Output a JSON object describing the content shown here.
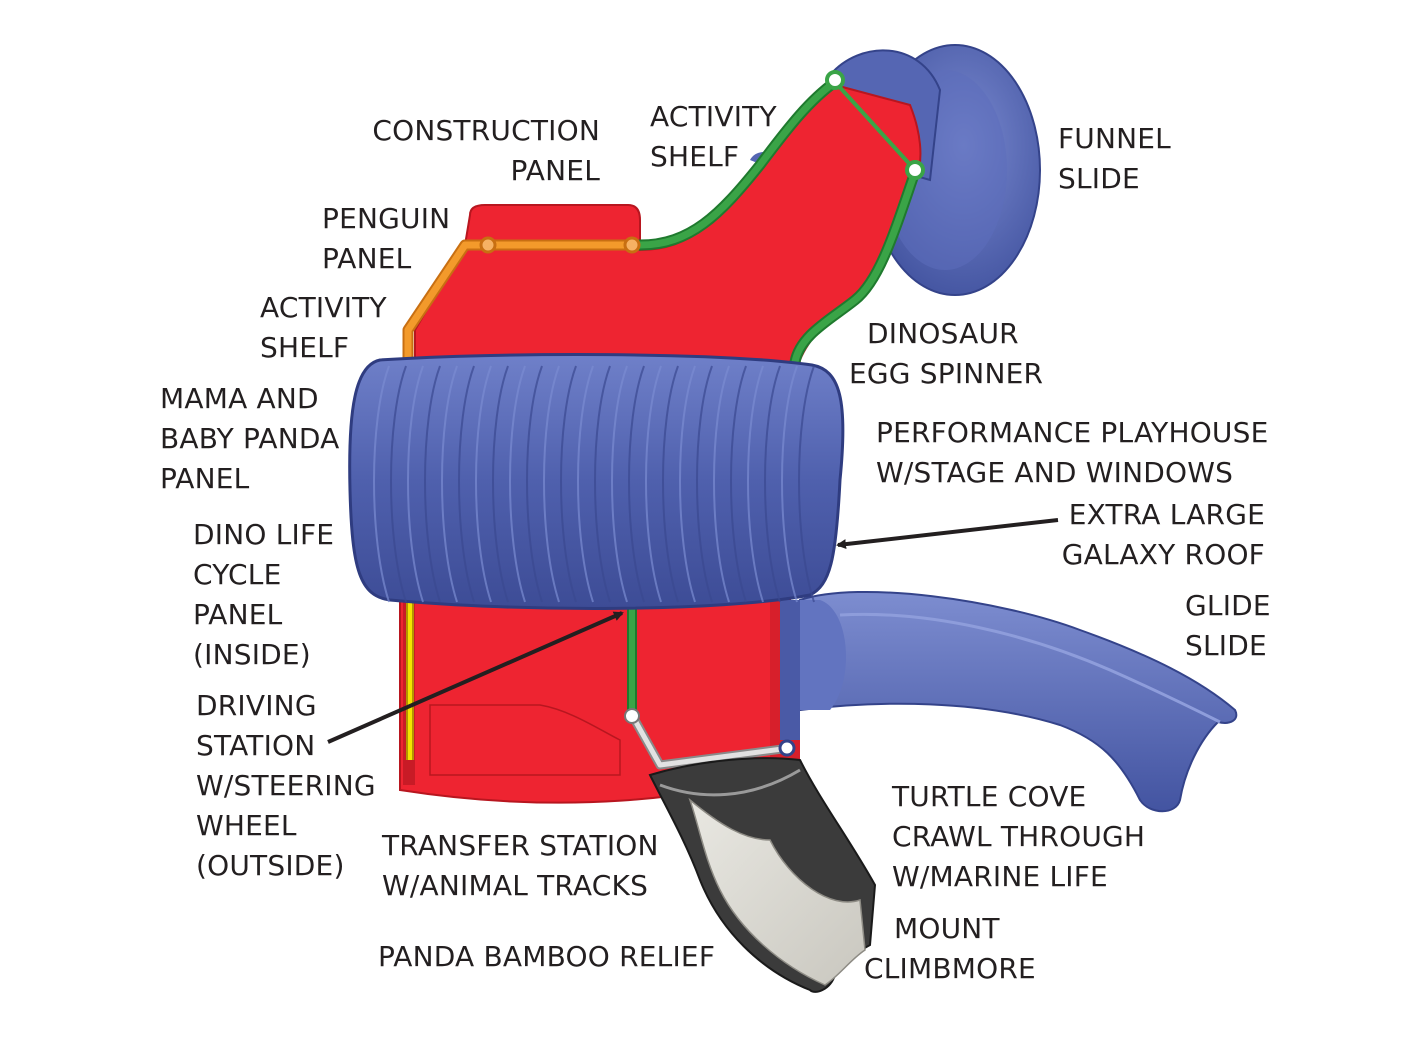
{
  "labels": {
    "construction_panel": [
      "CONSTRUCTION",
      "PANEL"
    ],
    "activity_shelf_top": [
      "ACTIVITY",
      "SHELF"
    ],
    "funnel_slide": [
      "FUNNEL",
      "SLIDE"
    ],
    "penguin_panel": [
      "PENGUIN",
      "PANEL"
    ],
    "activity_shelf_left": [
      "ACTIVITY",
      "SHELF"
    ],
    "dinosaur_egg_spinner": [
      "DINOSAUR",
      "EGG SPINNER"
    ],
    "mama_baby_panda_panel": [
      "MAMA AND",
      "BABY PANDA",
      "PANEL"
    ],
    "performance_playhouse": [
      "PERFORMANCE PLAYHOUSE",
      "W/STAGE AND WINDOWS"
    ],
    "extra_large_galaxy_roof": [
      "EXTRA LARGE",
      "GALAXY ROOF"
    ],
    "dino_life_cycle_panel": [
      "DINO LIFE",
      "CYCLE",
      "PANEL",
      "(INSIDE)"
    ],
    "glide_slide": [
      "GLIDE",
      "SLIDE"
    ],
    "driving_station": [
      "DRIVING",
      "STATION",
      "W/STEERING",
      "WHEEL",
      "(OUTSIDE)"
    ],
    "turtle_cove": [
      "TURTLE COVE",
      "CRAWL THROUGH",
      "W/MARINE LIFE"
    ],
    "transfer_station": [
      "TRANSFER STATION",
      "W/ANIMAL TRACKS"
    ],
    "mount_climbmore": [
      "MOUNT",
      "CLIMBMORE"
    ],
    "panda_bamboo_relief": [
      "PANDA BAMBOO RELIEF"
    ]
  },
  "colors": {
    "tower_red": "#ee2431",
    "roof_blue": "#5567b5",
    "rail_green": "#3aa447",
    "rail_orange": "#f39a2b",
    "climber_gray": "#d8d6d0"
  }
}
